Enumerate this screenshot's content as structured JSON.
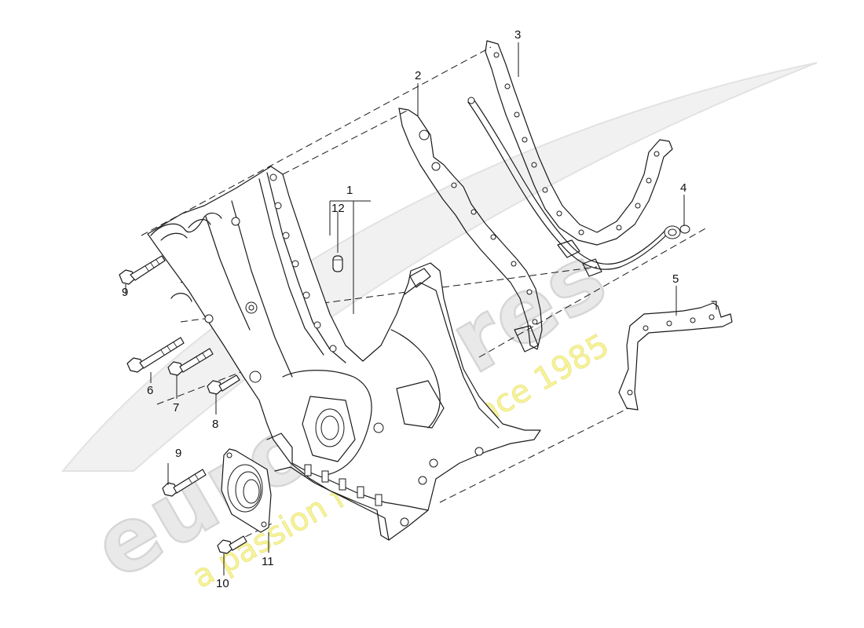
{
  "watermark": {
    "brand": "eurospares",
    "tagline": "a passion for parts since 1985"
  },
  "colors": {
    "line": "#1a1a1a",
    "watermark_brand": "#e9e9e9",
    "watermark_tagline": "#f6f39a"
  },
  "callouts": [
    {
      "id": "callout-1",
      "label": "1"
    },
    {
      "id": "callout-2",
      "label": "2"
    },
    {
      "id": "callout-3",
      "label": "3"
    },
    {
      "id": "callout-4",
      "label": "4"
    },
    {
      "id": "callout-5",
      "label": "5"
    },
    {
      "id": "callout-6",
      "label": "6"
    },
    {
      "id": "callout-7",
      "label": "7"
    },
    {
      "id": "callout-8",
      "label": "8"
    },
    {
      "id": "callout-9-upper",
      "label": "9"
    },
    {
      "id": "callout-9-lower",
      "label": "9"
    },
    {
      "id": "callout-10",
      "label": "10"
    },
    {
      "id": "callout-11",
      "label": "11"
    },
    {
      "id": "callout-12",
      "label": "12"
    }
  ]
}
